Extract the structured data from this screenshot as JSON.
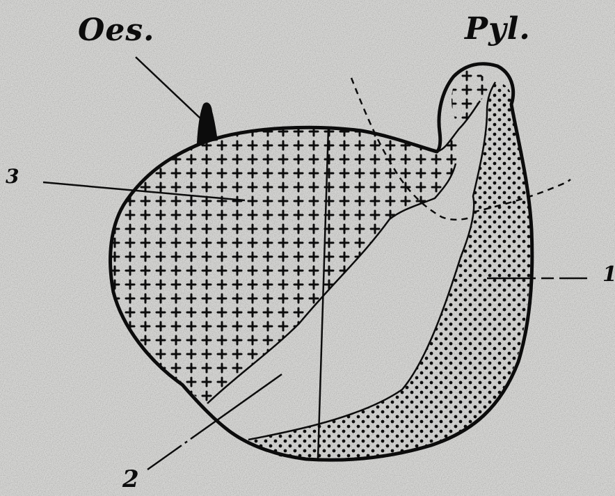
{
  "labels": {
    "oesophagus": "Oes.",
    "pylorus": "Pyl.",
    "region_1": "1",
    "region_2": "2",
    "region_3": "3"
  },
  "colors": {
    "paper": "#d6d6d4",
    "ink": "#0c0c0c"
  }
}
